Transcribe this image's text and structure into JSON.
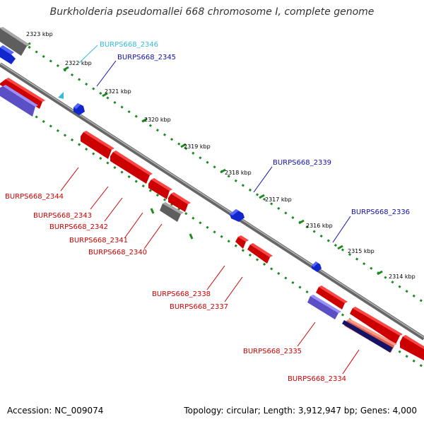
{
  "title": "Burkholderia pseudomallei 668 chromosome I, complete genome",
  "footer": {
    "accession": "Accession: NC_009074",
    "topology": "Topology: circular; Length: 3,912,947 bp; Genes: 4,000"
  },
  "colors": {
    "forward_cds": "#ee1111",
    "reverse_cds": "#2233ee",
    "rna": "#33bbdd",
    "pseudo": "#6f6fdd",
    "grey_feature": "#808080",
    "dark_feature": "#141466",
    "salmon_feature": "#ee7766",
    "tick_green": "#1f8a1f",
    "axis": "#8c8c8c"
  },
  "ticks": [
    "2323 kbp",
    "2322 kbp",
    "2321 kbp",
    "2320 kbp",
    "2319 kbp",
    "2318 kbp",
    "2317 kbp",
    "2316 kbp",
    "2315 kbp",
    "2314 kbp"
  ],
  "gene_labels": [
    {
      "text": "BURPS668_2346",
      "color": "#33bbdd"
    },
    {
      "text": "BURPS668_2345",
      "color": "#1111aa"
    },
    {
      "text": "BURPS668_2339",
      "color": "#1111aa"
    },
    {
      "text": "BURPS668_2336",
      "color": "#1111aa"
    },
    {
      "text": "BURPS668_2344",
      "color": "#cc0000"
    },
    {
      "text": "BURPS668_2343",
      "color": "#cc0000"
    },
    {
      "text": "BURPS668_2342",
      "color": "#cc0000"
    },
    {
      "text": "BURPS668_2341",
      "color": "#cc0000"
    },
    {
      "text": "BURPS668_2340",
      "color": "#cc0000"
    },
    {
      "text": "BURPS668_2338",
      "color": "#cc0000"
    },
    {
      "text": "BURPS668_2337",
      "color": "#cc0000"
    },
    {
      "text": "BURPS668_2335",
      "color": "#cc0000"
    },
    {
      "text": "BURPS668_2334",
      "color": "#cc0000"
    }
  ]
}
